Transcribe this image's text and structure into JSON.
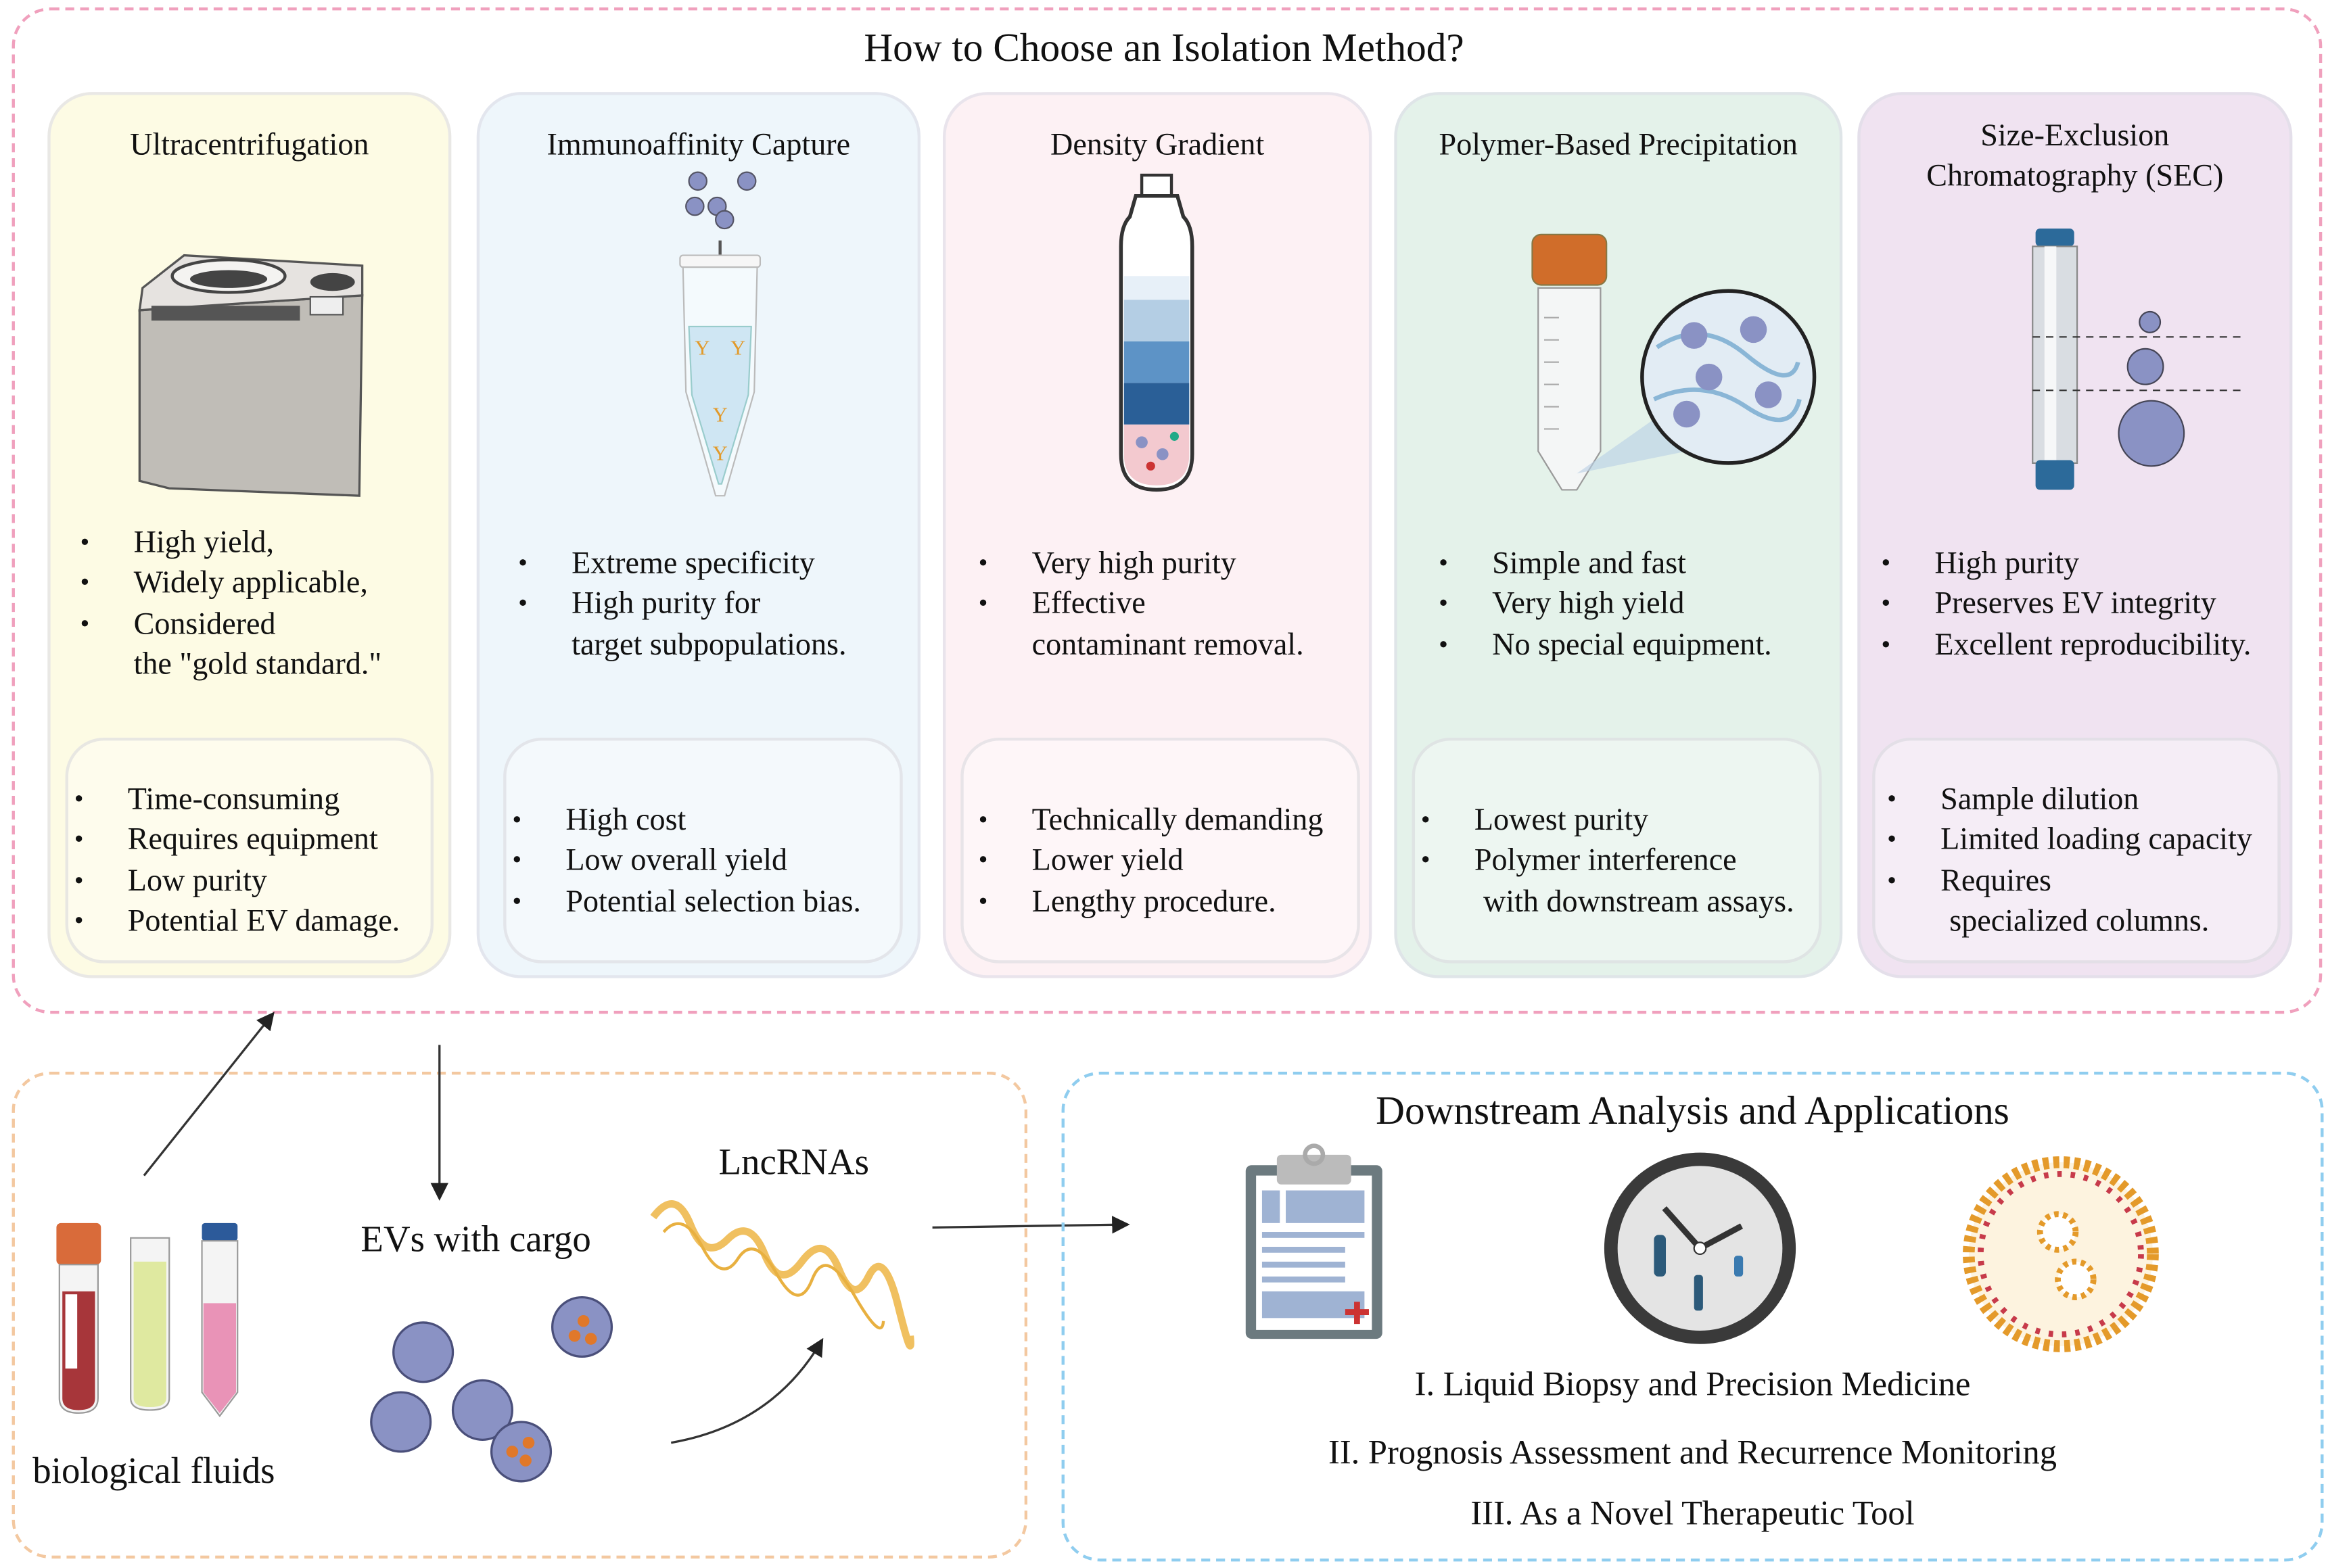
{
  "main_title": "How to Choose an Isolation Method?",
  "methods": [
    {
      "title": "Ultracentrifugation",
      "color": "#fdfbe4",
      "pros": [
        "High yield,",
        "Widely applicable,",
        "Considered",
        "the \"gold standard.\""
      ],
      "cons": [
        "Time-consuming",
        "Requires equipment",
        "Low purity",
        "Potential EV damage."
      ]
    },
    {
      "title": "Immunoaffinity Capture",
      "color": "#eef6fb",
      "pros": [
        "Extreme specificity",
        "High purity for",
        "target subpopulations."
      ],
      "cons": [
        "High cost",
        "Low overall yield",
        "Potential selection bias."
      ]
    },
    {
      "title": "Density Gradient",
      "color": "#fdf1f4",
      "pros": [
        "Very high purity",
        "Effective",
        "contaminant removal."
      ],
      "cons": [
        "Technically demanding",
        "Lower yield",
        "Lengthy procedure."
      ]
    },
    {
      "title": "Polymer-Based Precipitation",
      "color": "#e4f2ea",
      "pros": [
        "Simple and fast",
        "Very high yield",
        "No special equipment."
      ],
      "cons": [
        "Lowest purity",
        "Polymer interference",
        "with downstream assays."
      ]
    },
    {
      "title_line1": "Size-Exclusion",
      "title_line2": "Chromatography (SEC)",
      "color": "#f0e3f1",
      "pros": [
        "High purity",
        "Preserves EV integrity",
        "Excellent reproducibility."
      ],
      "cons": [
        "Sample dilution",
        "Limited loading capacity",
        "Requires",
        "specialized columns."
      ]
    }
  ],
  "bottom_left": {
    "fluids_label": "biological fluids",
    "evs_label": "EVs with cargo",
    "lncrna_label": "LncRNAs"
  },
  "downstream": {
    "title": "Downstream Analysis and Applications",
    "items": [
      "I. Liquid Biopsy and Precision Medicine",
      "II. Prognosis Assessment and Recurrence Monitoring",
      "III. As a Novel Therapeutic Tool"
    ]
  }
}
